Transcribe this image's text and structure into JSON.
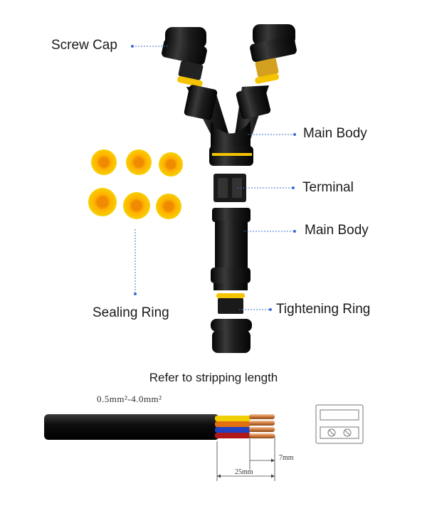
{
  "labels": {
    "screw_cap": "Screw Cap",
    "main_body_top": "Main Body",
    "terminal": "Terminal",
    "main_body_bottom": "Main Body",
    "sealing_ring": "Sealing Ring",
    "tightening_ring": "Tightening Ring"
  },
  "stripping": {
    "title": "Refer to stripping length",
    "wire_range": "0.5mm²-4.0mm²",
    "strip_short": "7mm",
    "strip_long": "25mm"
  },
  "colors": {
    "connector_body": "#141414",
    "sealing_ring": "#f5c400",
    "sealing_ring_hole": "#f08a00",
    "cable_jacket": "#101010",
    "leader_line": "#3a6fd0",
    "copper": "#d88a4a",
    "wire_yellow": "#f0d000",
    "wire_blue": "#2040c0",
    "wire_red": "#c02020"
  }
}
